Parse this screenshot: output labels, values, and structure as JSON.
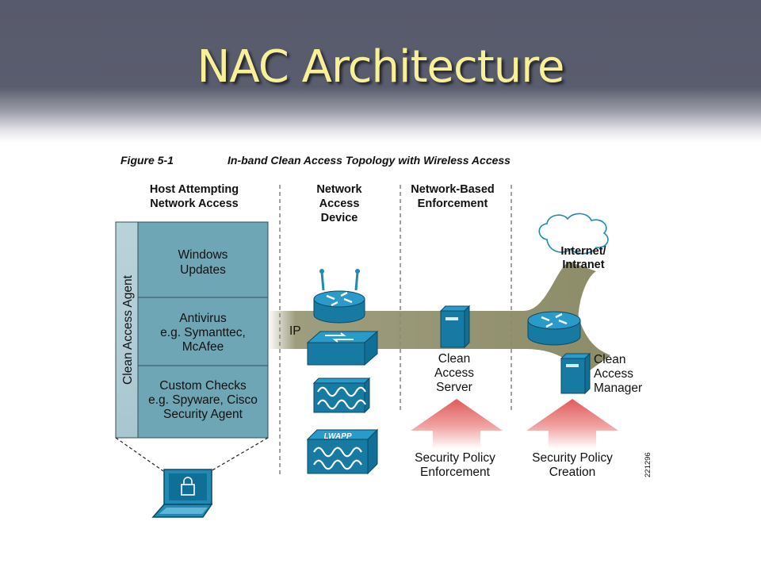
{
  "slide": {
    "title": "NAC Architecture"
  },
  "figure": {
    "label": "Figure 5-1",
    "caption": "In-band Clean Access Topology with Wireless Access",
    "figure_id": "221296"
  },
  "columns": {
    "host": [
      "Host Attempting",
      "Network Access"
    ],
    "nad": [
      "Network",
      "Access",
      "Device"
    ],
    "enforcement": [
      "Network-Based",
      "Enforcement"
    ]
  },
  "host_stack": {
    "agent_label": "Clean Access Agent",
    "boxes": [
      {
        "lines": [
          "Windows",
          "Updates"
        ]
      },
      {
        "lines": [
          "Antivirus",
          "e.g. Symanttec,",
          "McAfee"
        ]
      },
      {
        "lines": [
          "Custom Checks",
          "e.g. Spyware, Cisco",
          "Security Agent"
        ]
      }
    ]
  },
  "network": {
    "ip_label": "IP",
    "cloud_label": [
      "Internet/",
      "Intranet"
    ],
    "server_label": [
      "Clean",
      "Access",
      "Server"
    ],
    "manager_label": [
      "Clean",
      "Access",
      "Manager"
    ],
    "lwapp_label": "LWAPP"
  },
  "arrows": {
    "enforcement": [
      "Security Policy",
      "Enforcement"
    ],
    "creation": [
      "Security Policy",
      "Creation"
    ]
  },
  "colors": {
    "device_blue": "#1e8ab5",
    "stack_fill": "#6fa6b5",
    "pipe": "#8d8c68",
    "arrow_red": "#e05b5b"
  }
}
